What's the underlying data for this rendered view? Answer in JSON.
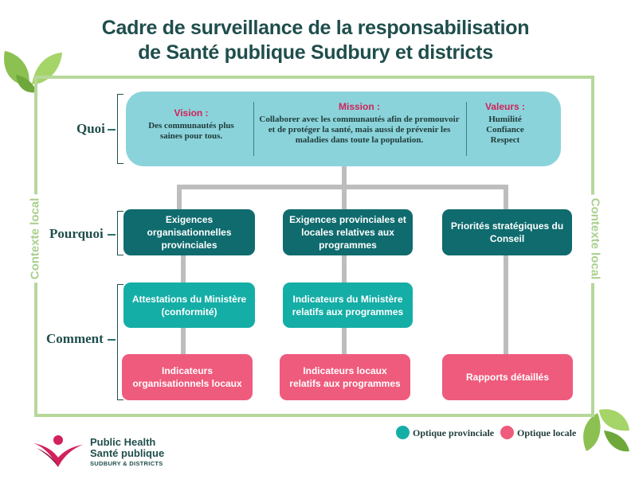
{
  "title": {
    "line1": "Cadre de surveillance de la responsabilisation",
    "line2": "de Santé publique Sudbury et districts"
  },
  "context_label": "Contexte local",
  "rows": {
    "quoi": "Quoi",
    "pourquoi": "Pourquoi",
    "comment": "Comment"
  },
  "top": {
    "vision": {
      "head": "Vision :",
      "text": "Des communautés plus saines pour tous."
    },
    "mission": {
      "head": "Mission :",
      "text": "Collaborer avec les communautés afin de promouvoir et de protéger la santé, mais aussi de prévenir les maladies dans toute la population."
    },
    "valeurs": {
      "head": "Valeurs :",
      "items": [
        "Humilité",
        "Confiance",
        "Respect"
      ]
    }
  },
  "pourquoi_boxes": [
    "Exigences organisationnelles provinciales",
    "Exigences provinciales et locales relatives aux programmes",
    "Priorités stratégiques du Conseil"
  ],
  "attestations": [
    "Attestations du Ministère (conformité)",
    "Indicateurs du Ministère relatifs aux programmes"
  ],
  "local_boxes": [
    "Indicateurs organisationnels locaux",
    "Indicateurs locaux relatifs aux programmes",
    "Rapports détaillés"
  ],
  "legend": {
    "provincial": {
      "label": "Optique provinciale",
      "color": "#14aea6"
    },
    "local": {
      "label": "Optique locale",
      "color": "#ef5b7c"
    }
  },
  "logo": {
    "line1": "Public Health",
    "line2": "Santé publique",
    "line3": "SUDBURY & DISTRICTS"
  },
  "colors": {
    "dark_teal": "#0f6b6e",
    "teal": "#14aea6",
    "pink": "#ef5b7c",
    "light_blue": "#8bd3da",
    "frame_green": "#b7d79a",
    "connector_gray": "#bdbdbd"
  }
}
